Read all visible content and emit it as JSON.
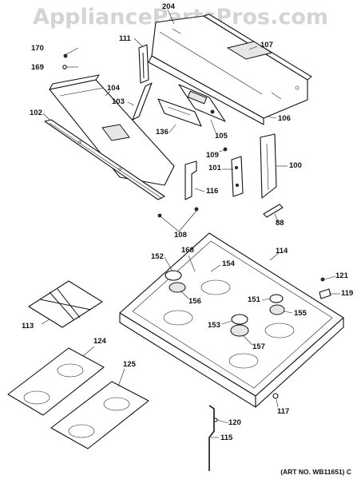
{
  "watermark": "AppliancePartsPros.com",
  "art_number": "(ART NO. WB11651) C",
  "labels": {
    "p204": "204",
    "p111": "111",
    "p107": "107",
    "p170": "170",
    "p169": "169",
    "p104": "104",
    "p103": "103",
    "p102": "102",
    "p136": "136",
    "p105": "105",
    "p106": "106",
    "p109": "109",
    "p101": "101",
    "p100": "100",
    "p116": "116",
    "p88": "88",
    "p108": "108",
    "p114": "114",
    "p152": "152",
    "p168": "168",
    "p154": "154",
    "p121": "121",
    "p156": "156",
    "p151": "151",
    "p119": "119",
    "p113": "113",
    "p153": "153",
    "p155": "155",
    "p157": "157",
    "p124": "124",
    "p125": "125",
    "p117": "117",
    "p120": "120",
    "p115": "115"
  }
}
